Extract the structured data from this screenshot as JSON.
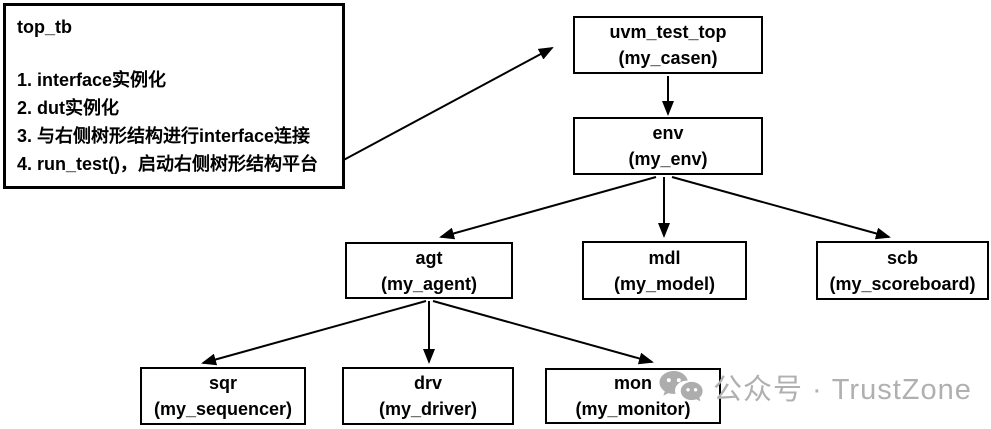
{
  "colors": {
    "background": "#ffffff",
    "line": "#000000",
    "text": "#000000",
    "watermark": "#b0b0b0"
  },
  "top_tb": {
    "title": "top_tb",
    "lines": [
      "1. interface实例化",
      "2. dut实例化",
      "3. 与右侧树形结构进行interface连接",
      "4. run_test()，启动右侧树形结构平台"
    ]
  },
  "nodes": {
    "uvm": {
      "label": "uvm_test_top",
      "sublabel": "(my_casen)"
    },
    "env": {
      "label": "env",
      "sublabel": "(my_env)"
    },
    "agt": {
      "label": "agt",
      "sublabel": "(my_agent)"
    },
    "mdl": {
      "label": "mdl",
      "sublabel": "(my_model)"
    },
    "scb": {
      "label": "scb",
      "sublabel": "(my_scoreboard)"
    },
    "sqr": {
      "label": "sqr",
      "sublabel": "(my_sequencer)"
    },
    "drv": {
      "label": "drv",
      "sublabel": "(my_driver)"
    },
    "mon": {
      "label": "mon",
      "sublabel": "(my_monitor)"
    }
  },
  "edges": [
    {
      "from": "top_tb",
      "to": "uvm_test_top"
    },
    {
      "from": "uvm_test_top",
      "to": "env"
    },
    {
      "from": "env",
      "to": "agt"
    },
    {
      "from": "env",
      "to": "mdl"
    },
    {
      "from": "env",
      "to": "scb"
    },
    {
      "from": "agt",
      "to": "sqr"
    },
    {
      "from": "agt",
      "to": "drv"
    },
    {
      "from": "agt",
      "to": "mon"
    }
  ],
  "watermark": {
    "icon": "wechat-icon",
    "text": "公众号 · TrustZone"
  }
}
